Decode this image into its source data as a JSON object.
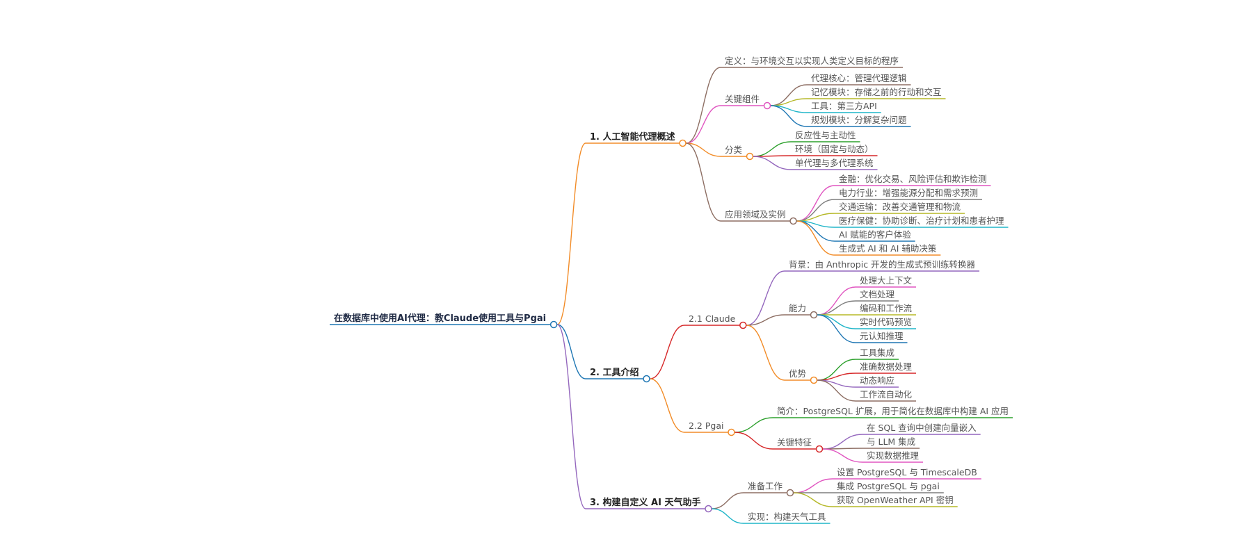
{
  "mindmap": {
    "root": "在数据库中使用AI代理：教Claude使用工具与Pgai",
    "branches": [
      {
        "label": "1. 人工智能代理概述",
        "color": "#f28c28",
        "children": [
          {
            "label": "定义：与环境交互以实现人类定义目标的程序",
            "color": "#8d6e63"
          },
          {
            "label": "关键组件",
            "color": "#e055c0",
            "children": [
              {
                "label": "代理核心：管理代理逻辑",
                "color": "#8d6e63"
              },
              {
                "label": "记忆模块：存储之前的行动和交互",
                "color": "#b5b827"
              },
              {
                "label": "工具：第三方API",
                "color": "#1fb5c8"
              },
              {
                "label": "规划模块：分解复杂问题",
                "color": "#1f77b4"
              }
            ]
          },
          {
            "label": "分类",
            "color": "#f28c28",
            "children": [
              {
                "label": "反应性与主动性",
                "color": "#2ca02c"
              },
              {
                "label": "环境（固定与动态）",
                "color": "#d62728"
              },
              {
                "label": "单代理与多代理系统",
                "color": "#9467bd"
              }
            ]
          },
          {
            "label": "应用领域及实例",
            "color": "#8d6e63",
            "children": [
              {
                "label": "金融：优化交易、风险评估和欺诈检测",
                "color": "#e055c0"
              },
              {
                "label": "电力行业：增强能源分配和需求预测",
                "color": "#7f7f7f"
              },
              {
                "label": "交通运输：改善交通管理和物流",
                "color": "#b5b827"
              },
              {
                "label": "医疗保健：协助诊断、治疗计划和患者护理",
                "color": "#1fb5c8"
              },
              {
                "label": "AI 赋能的客户体验",
                "color": "#1f77b4"
              },
              {
                "label": "生成式 AI 和 AI 辅助决策",
                "color": "#f28c28"
              }
            ]
          }
        ]
      },
      {
        "label": "2. 工具介绍",
        "color": "#1f77b4",
        "children": [
          {
            "label": "2.1 Claude",
            "color": "#d62728",
            "children": [
              {
                "label": "背景：由 Anthropic 开发的生成式预训练转换器",
                "color": "#9467bd"
              },
              {
                "label": "能力",
                "color": "#8d6e63",
                "children": [
                  {
                    "label": "处理大上下文",
                    "color": "#e055c0"
                  },
                  {
                    "label": "文档处理",
                    "color": "#7f7f7f"
                  },
                  {
                    "label": "编码和工作流",
                    "color": "#b5b827"
                  },
                  {
                    "label": "实时代码预览",
                    "color": "#1fb5c8"
                  },
                  {
                    "label": "元认知推理",
                    "color": "#1f77b4"
                  }
                ]
              },
              {
                "label": "优势",
                "color": "#f28c28",
                "children": [
                  {
                    "label": "工具集成",
                    "color": "#2ca02c"
                  },
                  {
                    "label": "准确数据处理",
                    "color": "#d62728"
                  },
                  {
                    "label": "动态响应",
                    "color": "#9467bd"
                  },
                  {
                    "label": "工作流自动化",
                    "color": "#8d6e63"
                  }
                ]
              }
            ]
          },
          {
            "label": "2.2 Pgai",
            "color": "#f28c28",
            "children": [
              {
                "label": "简介：PostgreSQL 扩展，用于简化在数据库中构建 AI 应用",
                "color": "#2ca02c"
              },
              {
                "label": "关键特征",
                "color": "#d62728",
                "children": [
                  {
                    "label": "在 SQL 查询中创建向量嵌入",
                    "color": "#9467bd"
                  },
                  {
                    "label": "与 LLM 集成",
                    "color": "#8d6e63"
                  },
                  {
                    "label": "实现数据推理",
                    "color": "#e055c0"
                  }
                ]
              }
            ]
          }
        ]
      },
      {
        "label": "3. 构建自定义 AI 天气助手",
        "color": "#9467bd",
        "children": [
          {
            "label": "准备工作",
            "color": "#8d6e63",
            "children": [
              {
                "label": "设置 PostgreSQL 与 TimescaleDB",
                "color": "#e055c0"
              },
              {
                "label": "集成 PostgreSQL 与 pgai",
                "color": "#7f7f7f"
              },
              {
                "label": "获取 OpenWeather API 密钥",
                "color": "#b5b827"
              }
            ]
          },
          {
            "label": "实现：构建天气工具",
            "color": "#1fb5c8"
          }
        ]
      }
    ],
    "root_color": "#1f77b4"
  }
}
